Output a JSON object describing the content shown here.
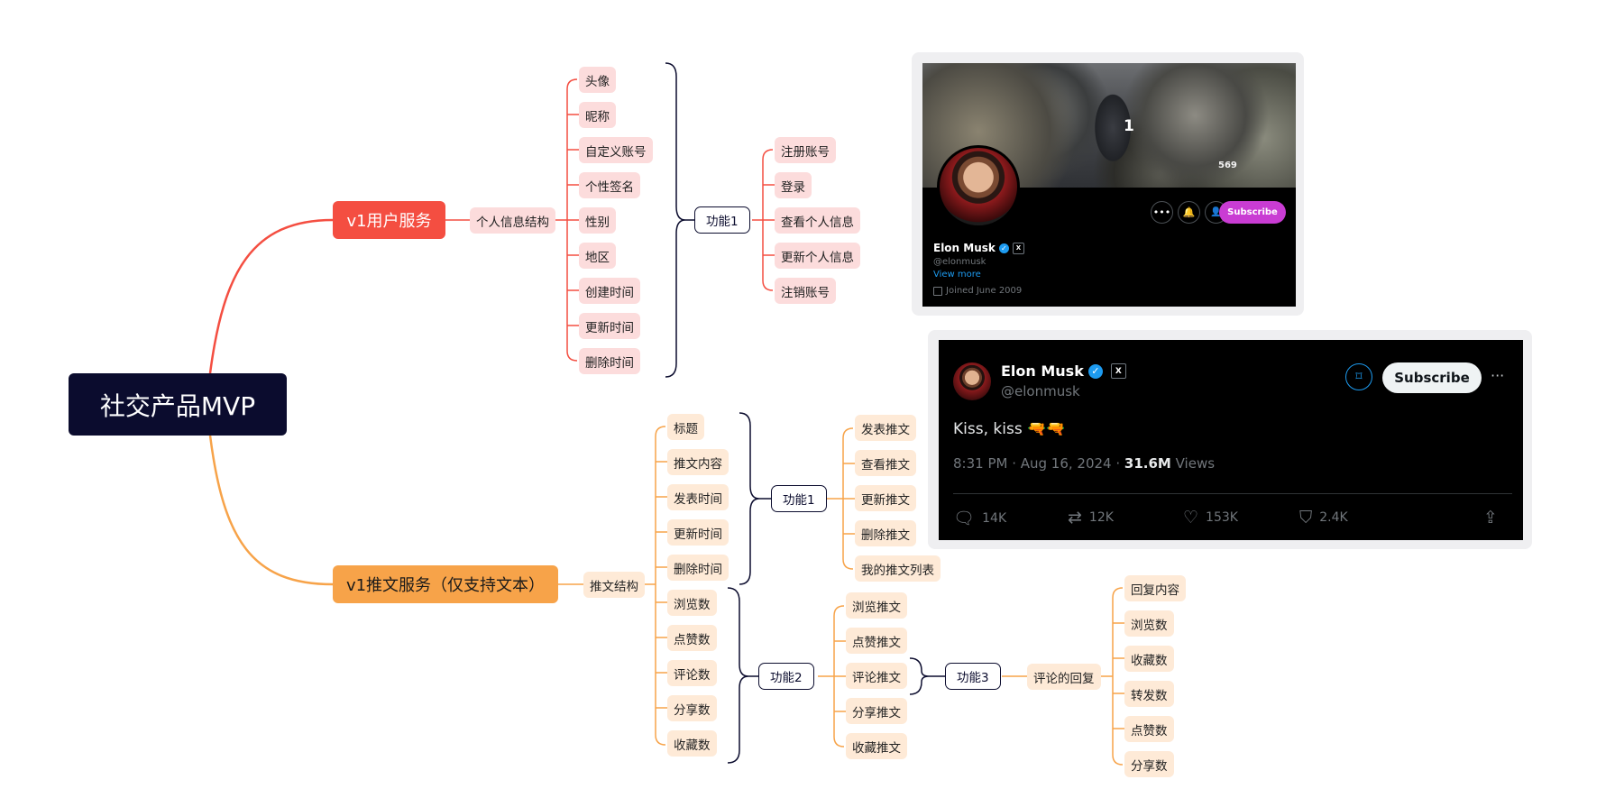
{
  "root": "社交产品MVP",
  "branches": {
    "user": {
      "label": "v1用户服务",
      "color": "#f44e41",
      "structure": "个人信息结构",
      "fields": [
        "头像",
        "昵称",
        "自定义账号",
        "个性签名",
        "性别",
        "地区",
        "创建时间",
        "更新时间",
        "删除时间"
      ],
      "func": "功能1",
      "features": [
        "注册账号",
        "登录",
        "查看个人信息",
        "更新个人信息",
        "注销账号"
      ]
    },
    "tweet": {
      "label": "v1推文服务（仅支持文本）",
      "color": "#f7a349",
      "structure": "推文结构",
      "fields": [
        "标题",
        "推文内容",
        "发表时间",
        "更新时间",
        "删除时间",
        "浏览数",
        "点赞数",
        "评论数",
        "分享数",
        "收藏数"
      ],
      "func1": "功能1",
      "func1_items": [
        "发表推文",
        "查看推文",
        "更新推文",
        "删除推文",
        "我的推文列表"
      ],
      "func2": "功能2",
      "func2_items": [
        "浏览推文",
        "点赞推文",
        "评论推文",
        "分享推文",
        "收藏推文"
      ],
      "func3": "功能3",
      "reply": "评论的回复",
      "reply_items": [
        "回复内容",
        "浏览数",
        "收藏数",
        "转发数",
        "点赞数",
        "分享数"
      ]
    }
  },
  "profile_card": {
    "banner_numbers": [
      "1",
      "569"
    ],
    "name": "Elon Musk",
    "handle": "@elonmusk",
    "view_more": "View more",
    "joined": "Joined June 2009",
    "subscribe": "Subscribe",
    "icons": [
      "more-icon",
      "notification-icon",
      "follow-icon",
      "verified-icon",
      "x-affiliate-icon",
      "calendar-icon"
    ]
  },
  "tweet_card": {
    "name": "Elon Musk",
    "handle": "@elonmusk",
    "subscribe": "Subscribe",
    "more": "···",
    "text": "Kiss, kiss 🔫🔫",
    "time": "8:31 PM · Aug 16, 2024 · ",
    "views_count": "31.6M",
    "views_label": " Views",
    "replies": "14K",
    "reposts": "12K",
    "likes": "153K",
    "bookmarks": "2.4K"
  }
}
